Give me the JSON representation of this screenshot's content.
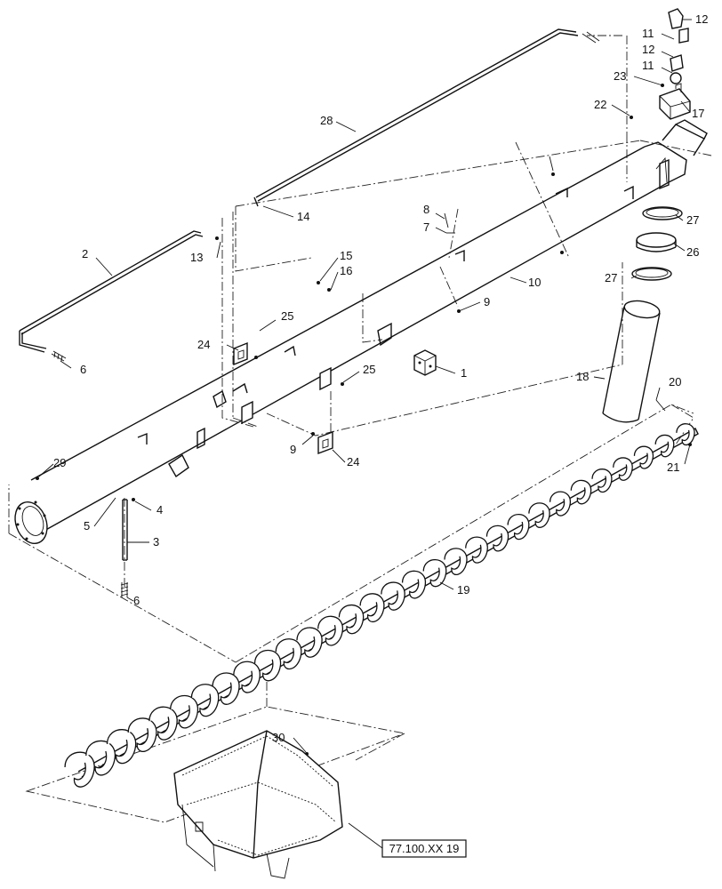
{
  "callouts": [
    {
      "id": "c1",
      "label": "1"
    },
    {
      "id": "c2",
      "label": "2"
    },
    {
      "id": "c3",
      "label": "3"
    },
    {
      "id": "c4",
      "label": "4"
    },
    {
      "id": "c5",
      "label": "5"
    },
    {
      "id": "c6a",
      "label": "6"
    },
    {
      "id": "c6b",
      "label": "6"
    },
    {
      "id": "c7",
      "label": "7"
    },
    {
      "id": "c8",
      "label": "8"
    },
    {
      "id": "c9a",
      "label": "9"
    },
    {
      "id": "c9b",
      "label": "9"
    },
    {
      "id": "c10",
      "label": "10"
    },
    {
      "id": "c11a",
      "label": "11"
    },
    {
      "id": "c11b",
      "label": "11"
    },
    {
      "id": "c12a",
      "label": "12"
    },
    {
      "id": "c12b",
      "label": "12"
    },
    {
      "id": "c13",
      "label": "13"
    },
    {
      "id": "c14",
      "label": "14"
    },
    {
      "id": "c15",
      "label": "15"
    },
    {
      "id": "c16",
      "label": "16"
    },
    {
      "id": "c17",
      "label": "17"
    },
    {
      "id": "c18",
      "label": "18"
    },
    {
      "id": "c19",
      "label": "19"
    },
    {
      "id": "c20",
      "label": "20"
    },
    {
      "id": "c21",
      "label": "21"
    },
    {
      "id": "c22",
      "label": "22"
    },
    {
      "id": "c23",
      "label": "23"
    },
    {
      "id": "c24a",
      "label": "24"
    },
    {
      "id": "c24b",
      "label": "24"
    },
    {
      "id": "c25a",
      "label": "25"
    },
    {
      "id": "c25b",
      "label": "25"
    },
    {
      "id": "c26",
      "label": "26"
    },
    {
      "id": "c27a",
      "label": "27"
    },
    {
      "id": "c27b",
      "label": "27"
    },
    {
      "id": "c28",
      "label": "28"
    },
    {
      "id": "c29",
      "label": "29"
    },
    {
      "id": "c30",
      "label": "30"
    }
  ],
  "reference_box": {
    "label": "77.100.XX 19"
  }
}
